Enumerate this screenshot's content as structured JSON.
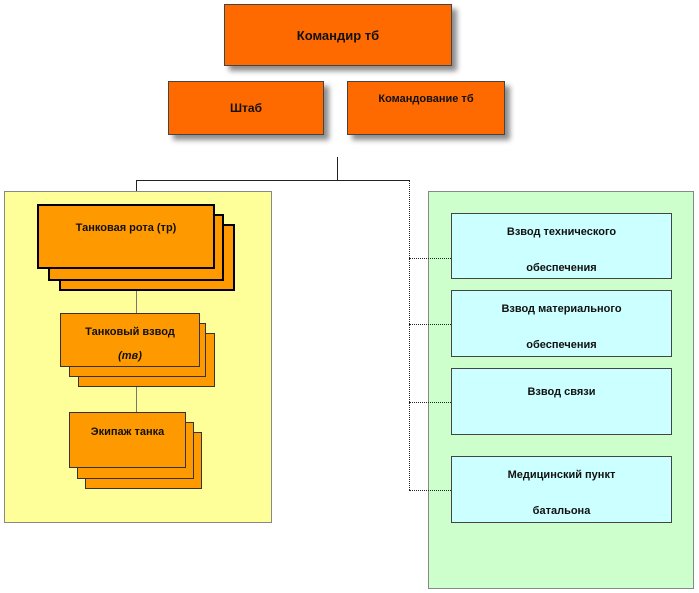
{
  "commander": {
    "label": "Командир тб"
  },
  "staff": {
    "label": "Штаб"
  },
  "command": {
    "label": "Командование тб"
  },
  "tank_company": {
    "label": "Танковая рота (тр)"
  },
  "tank_platoon": {
    "label_line1": "Танковый взвод",
    "label_line2": "(тв)"
  },
  "tank_crew": {
    "label": "Экипаж танка"
  },
  "support_units": [
    {
      "line1": "Взвод технического",
      "line2": "обеспечения"
    },
    {
      "line1": "Взвод материального",
      "line2": "обеспечения"
    },
    {
      "line1": "Взвод связи",
      "line2": ""
    },
    {
      "line1": "Медицинский пункт",
      "line2": "батальона"
    }
  ],
  "colors": {
    "commander": "#ff6a00",
    "units": "#ff9900",
    "yellow_panel": "#ffff99",
    "green_panel": "#ccffcc",
    "cyan_box": "#ccffff"
  }
}
